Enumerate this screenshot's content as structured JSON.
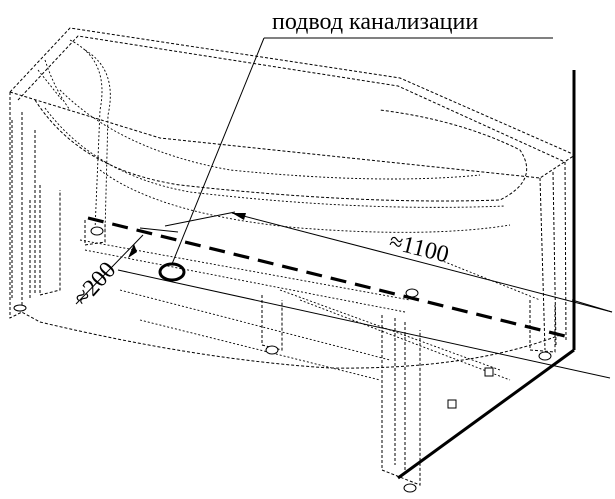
{
  "labels": {
    "drain": "подвод канализации",
    "length": "≈1100",
    "offset": "≈200"
  }
}
